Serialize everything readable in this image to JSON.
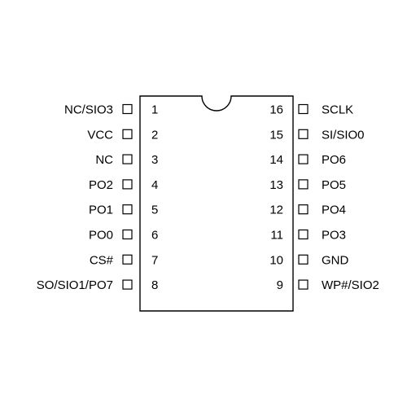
{
  "colors": {
    "line": "#000000",
    "background": "#ffffff",
    "text": "#000000"
  },
  "left_pins": [
    {
      "number": "1",
      "name": "NC/SIO3"
    },
    {
      "number": "2",
      "name": "VCC"
    },
    {
      "number": "3",
      "name": "NC"
    },
    {
      "number": "4",
      "name": "PO2"
    },
    {
      "number": "5",
      "name": "PO1"
    },
    {
      "number": "6",
      "name": "PO0"
    },
    {
      "number": "7",
      "name": "CS#"
    },
    {
      "number": "8",
      "name": "SO/SIO1/PO7"
    }
  ],
  "right_pins": [
    {
      "number": "16",
      "name": "SCLK"
    },
    {
      "number": "15",
      "name": "SI/SIO0"
    },
    {
      "number": "14",
      "name": "PO6"
    },
    {
      "number": "13",
      "name": "PO5"
    },
    {
      "number": "12",
      "name": "PO4"
    },
    {
      "number": "11",
      "name": "PO3"
    },
    {
      "number": "10",
      "name": "GND"
    },
    {
      "number": "9",
      "name": "WP#/SIO2"
    }
  ]
}
